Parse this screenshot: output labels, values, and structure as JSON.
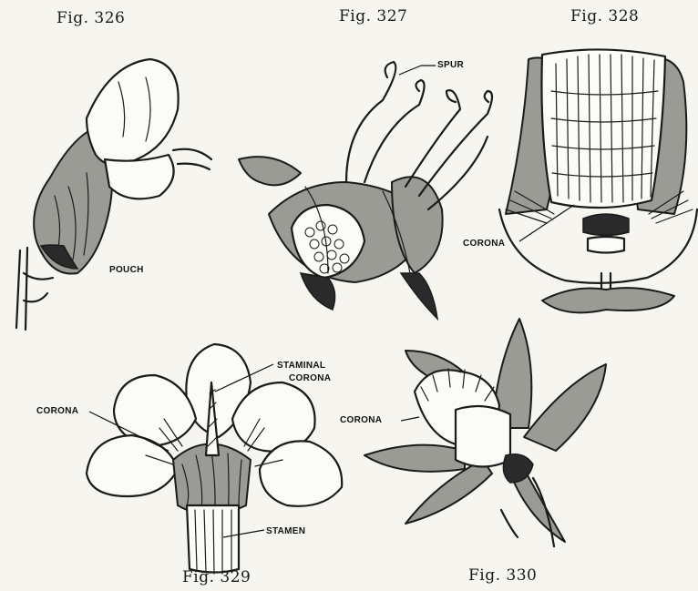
{
  "figures": [
    {
      "caption": "Fig. 326",
      "labels": [
        "POUCH"
      ]
    },
    {
      "caption": "Fig. 327",
      "labels": [
        "SPUR"
      ]
    },
    {
      "caption": "Fig. 328",
      "labels": [
        "CORONA"
      ]
    },
    {
      "caption": "Fig. 329",
      "labels": [
        "STAMINAL",
        "CORONA",
        "CORONA",
        "STAMEN"
      ]
    },
    {
      "caption": "Fig. 330",
      "labels": [
        "CORONA"
      ]
    }
  ]
}
